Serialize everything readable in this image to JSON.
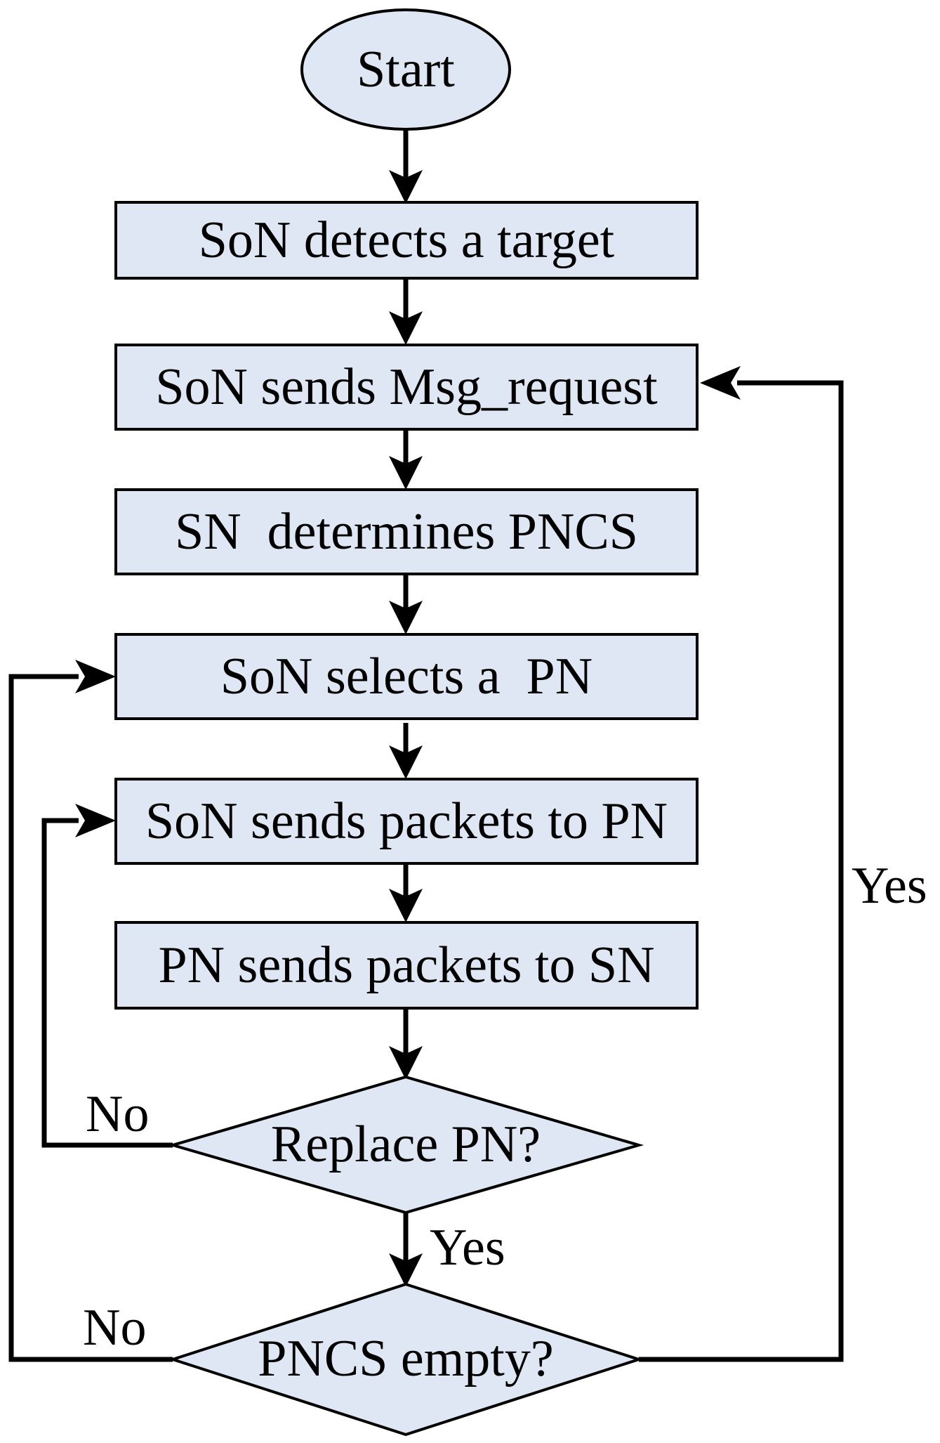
{
  "diagram": {
    "type": "flowchart",
    "colors": {
      "background": "#ffffff",
      "node_fill": "#dee7f3",
      "line": "#000000",
      "text": "#000000"
    },
    "nodes": [
      {
        "id": "start",
        "shape": "ellipse",
        "label": "Start"
      },
      {
        "id": "detect-target",
        "shape": "process",
        "label": "SoN detects a target"
      },
      {
        "id": "send-msg-request",
        "shape": "process",
        "label": "SoN sends Msg_request"
      },
      {
        "id": "determine-pncs",
        "shape": "process",
        "label": "SN  determines PNCS"
      },
      {
        "id": "select-pn",
        "shape": "process",
        "label": "SoN selects a  PN"
      },
      {
        "id": "send-packets-to-pn",
        "shape": "process",
        "label": "SoN sends packets to PN"
      },
      {
        "id": "send-packets-to-sn",
        "shape": "process",
        "label": "PN sends packets to SN"
      },
      {
        "id": "replace-pn",
        "shape": "decision",
        "label": "Replace PN?"
      },
      {
        "id": "pncs-empty",
        "shape": "decision",
        "label": "PNCS empty?"
      }
    ],
    "edges": [
      {
        "from": "start",
        "to": "detect-target",
        "label": ""
      },
      {
        "from": "detect-target",
        "to": "send-msg-request",
        "label": ""
      },
      {
        "from": "send-msg-request",
        "to": "determine-pncs",
        "label": ""
      },
      {
        "from": "determine-pncs",
        "to": "select-pn",
        "label": ""
      },
      {
        "from": "select-pn",
        "to": "send-packets-to-pn",
        "label": ""
      },
      {
        "from": "send-packets-to-pn",
        "to": "send-packets-to-sn",
        "label": ""
      },
      {
        "from": "send-packets-to-sn",
        "to": "replace-pn",
        "label": ""
      },
      {
        "from": "replace-pn",
        "to": "pncs-empty",
        "label": "Yes"
      },
      {
        "from": "replace-pn",
        "to": "send-packets-to-pn",
        "label": "No"
      },
      {
        "from": "pncs-empty",
        "to": "send-msg-request",
        "label": "Yes"
      },
      {
        "from": "pncs-empty",
        "to": "select-pn",
        "label": "No"
      }
    ]
  }
}
